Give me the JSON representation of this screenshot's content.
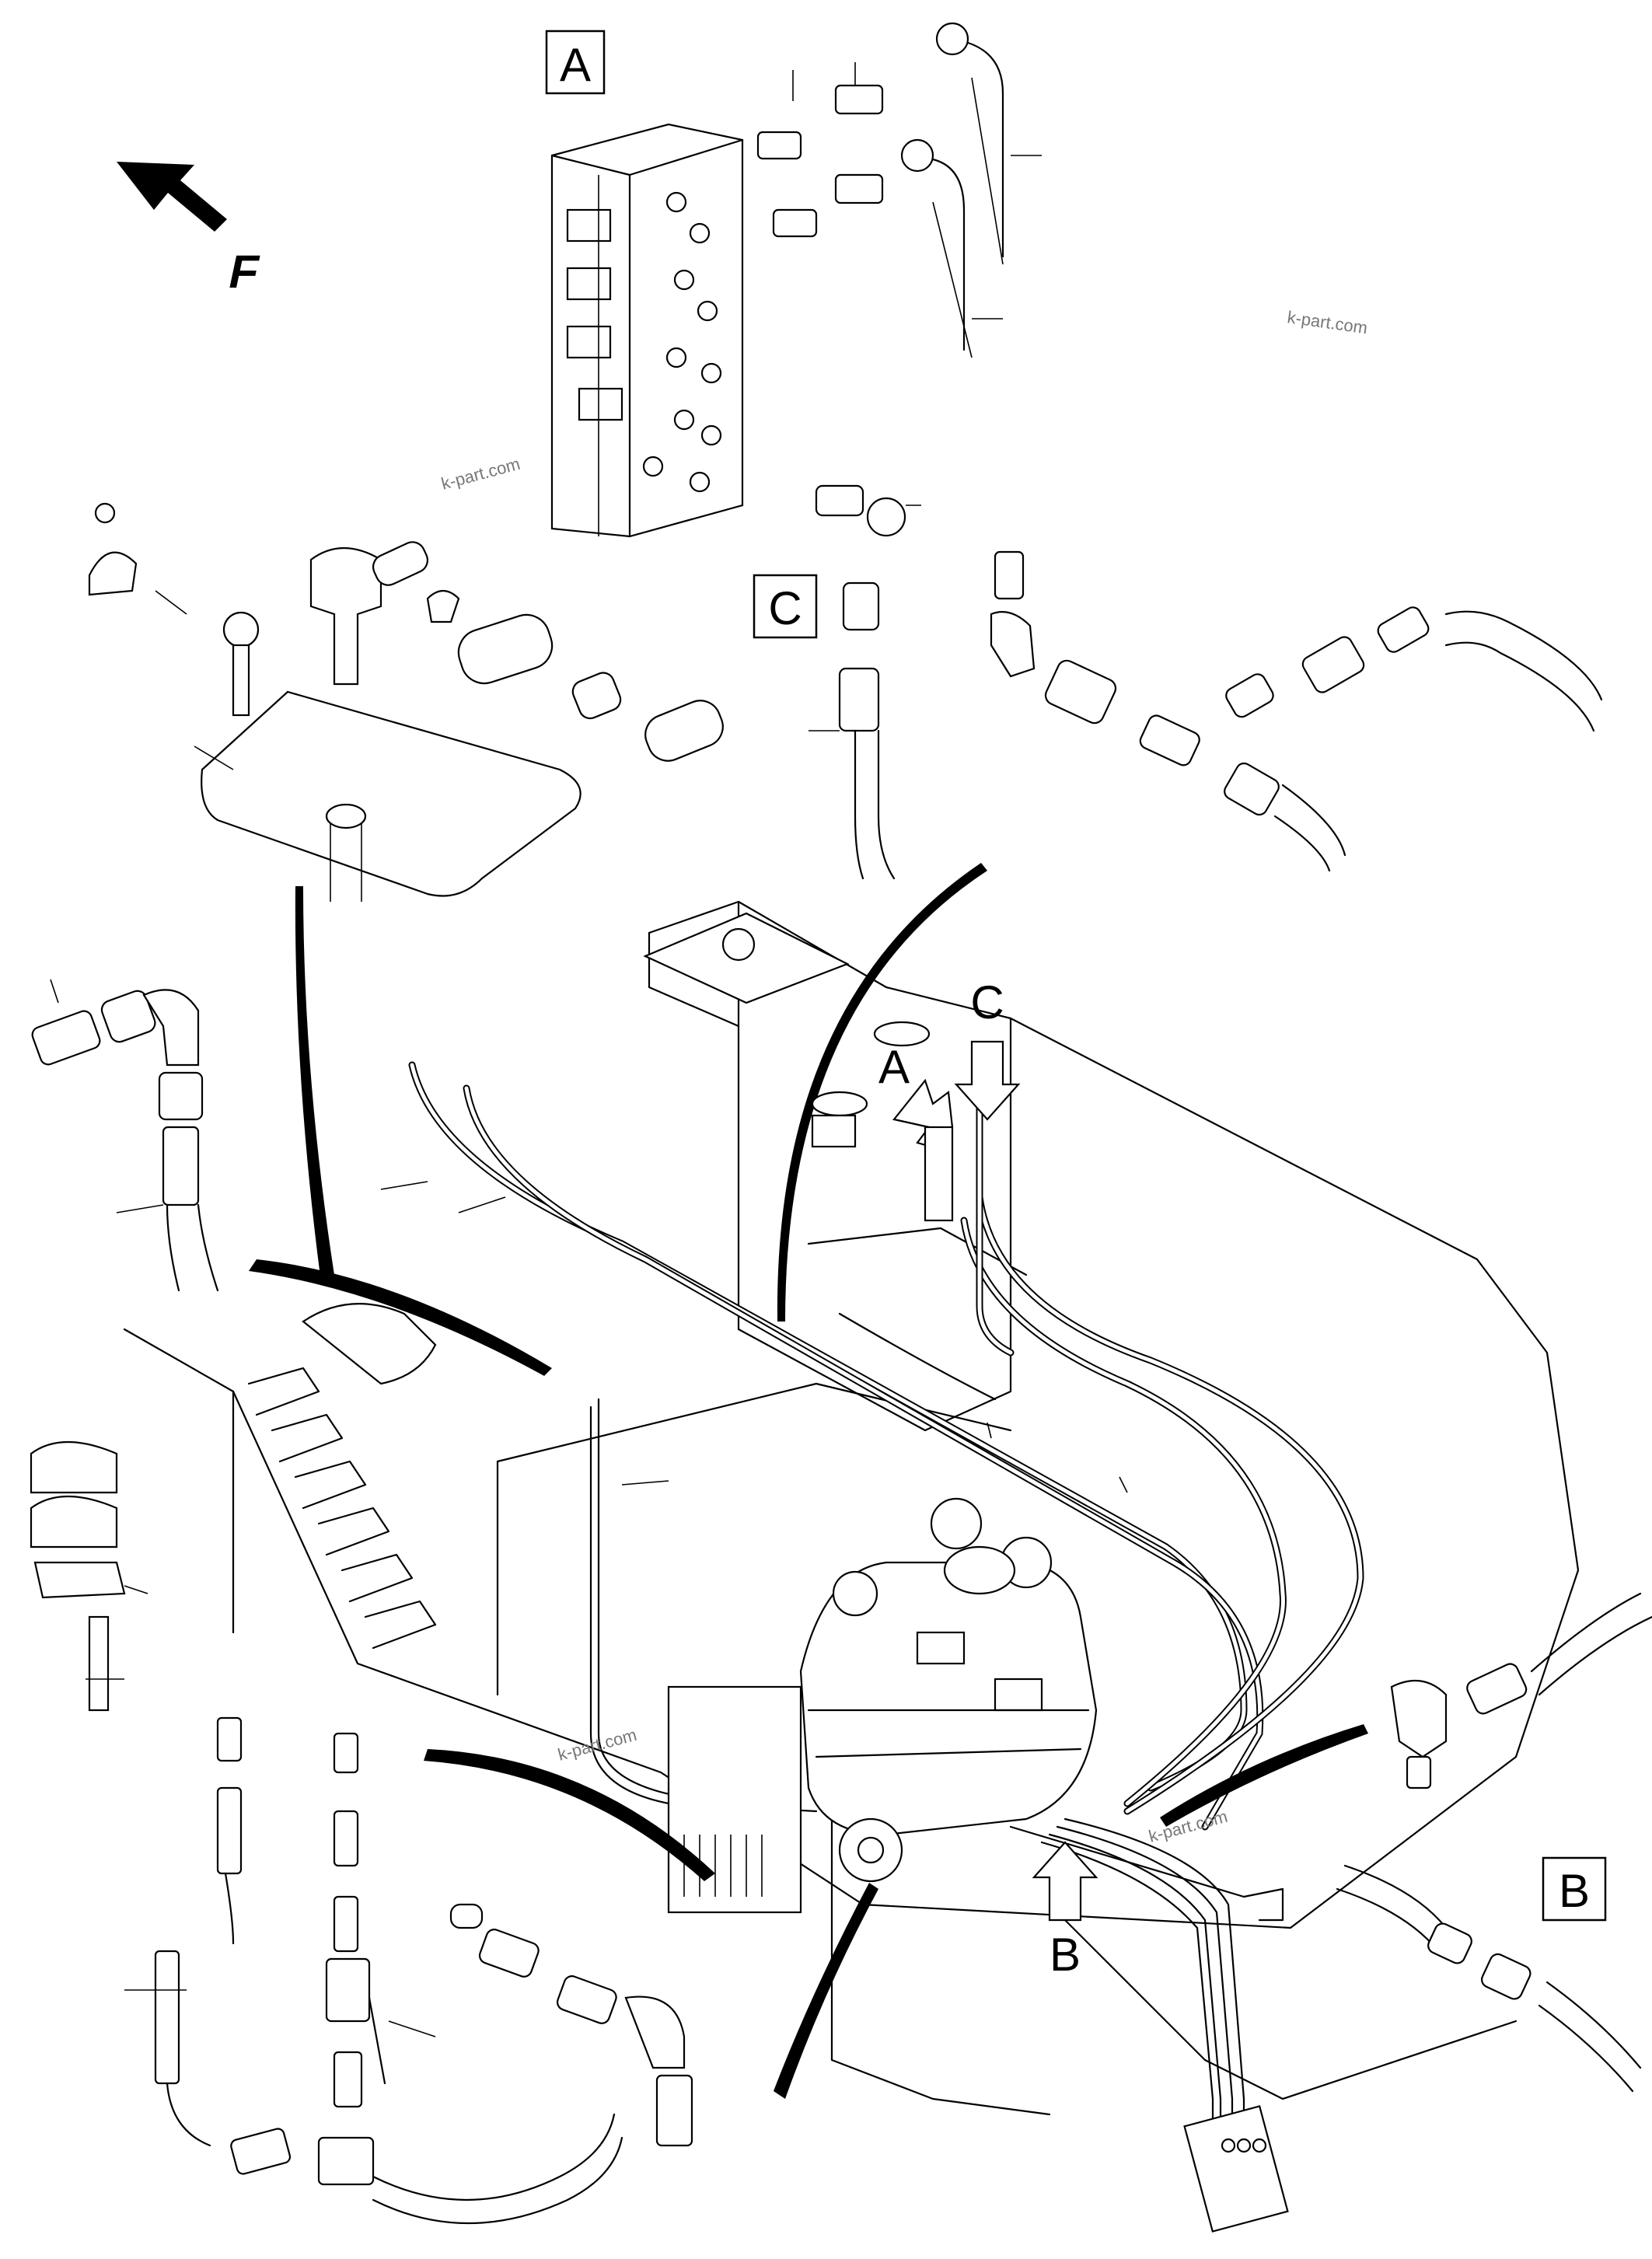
{
  "diagram": {
    "orientation_mark": "F",
    "detail_views": [
      {
        "label": "A"
      },
      {
        "label": "B"
      },
      {
        "label": "C"
      }
    ],
    "pointer_labels": [
      {
        "label": "A"
      },
      {
        "label": "B"
      },
      {
        "label": "C"
      }
    ],
    "watermarks": [
      "k-part.com",
      "k-part.com",
      "k-part.com",
      "k-part.com"
    ]
  }
}
